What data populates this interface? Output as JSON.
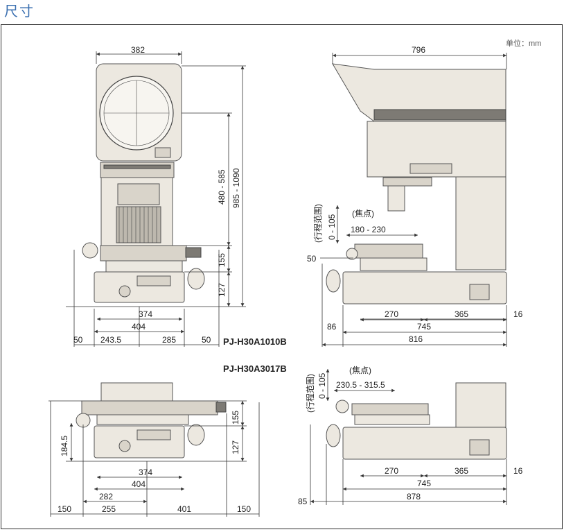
{
  "heading": "尺寸",
  "unit_label": "单位：mm",
  "models": {
    "first": "PJ-H30A1010B",
    "second": "PJ-H30A3017B"
  },
  "top_front": {
    "width": "382",
    "screen_range": "480 - 585",
    "overall_height": "985 - 1090",
    "stage_height": "155",
    "base_height": "127",
    "stage_len": "374",
    "base_len": "404",
    "left_clear": "50",
    "left_span": "243.5",
    "right_span": "285",
    "right_clear": "50"
  },
  "top_side": {
    "depth": "796",
    "focus_label": "(焦点)",
    "focus_range": "180 - 230",
    "travel_label": "(行程范围)",
    "travel_range": "0 - 105",
    "stage_offset": "50",
    "span_270": "270",
    "span_365": "365",
    "span_745": "745",
    "right_16": "16",
    "left_86": "86",
    "total_816": "816"
  },
  "bottom_front": {
    "stage_height": "155",
    "base_height": "127",
    "left_height": "184.5",
    "stage_len": "374",
    "base_len": "404",
    "span_282": "282",
    "left_clear": "150",
    "left_span": "255",
    "right_span": "401",
    "right_clear": "150"
  },
  "bottom_side": {
    "focus_label": "(焦点)",
    "focus_range": "230.5 - 315.5",
    "travel_label": "(行程范围)",
    "travel_range": "0 - 105",
    "span_270": "270",
    "span_365": "365",
    "span_745": "745",
    "right_16": "16",
    "left_85": "85",
    "total_878": "878"
  }
}
